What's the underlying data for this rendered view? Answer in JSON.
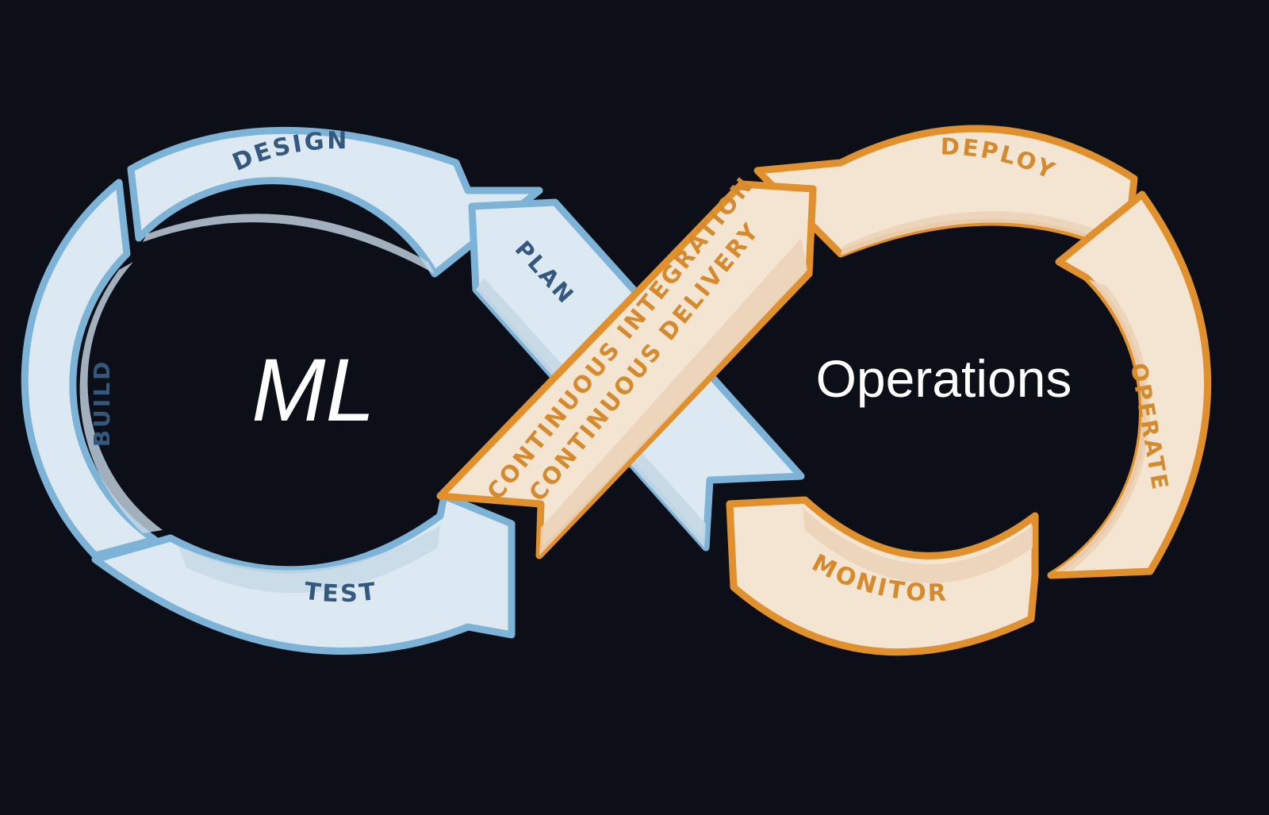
{
  "left_loop": {
    "title": "ML",
    "stages": {
      "design": "DESIGN",
      "plan": "PLAN",
      "build": "BUILD",
      "test": "TEST"
    }
  },
  "right_loop": {
    "title": "Operations",
    "stages": {
      "deploy": "DEPLOY",
      "operate": "OPERATE",
      "monitor": "MONITOR"
    }
  },
  "bridge": {
    "line1": "CONTINUOUS INTEGRATION",
    "line2": "CONTINUOUS DELIVERY"
  },
  "colors": {
    "background": "#0c0f17",
    "blue_fill": "#dce8f2",
    "blue_shade": "#c7d8e6",
    "blue_stroke": "#7eb3d8",
    "blue_text": "#35587f",
    "orange_fill": "#f4e4d2",
    "orange_shade": "#ecd3b8",
    "orange_stroke": "#e0912d",
    "orange_text": "#d68a2e",
    "title_text": "#ffffff"
  }
}
